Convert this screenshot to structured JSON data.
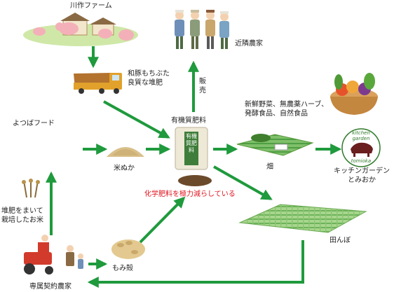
{
  "nodes": {
    "farm": "川作ファーム",
    "pig_compost": "和豚もちぶた\n良質な堆肥",
    "neighbors": "近隣農家",
    "sales": "販売",
    "yotsuba": "よつばフード",
    "organic_fertilizer": "有機質肥料",
    "rice_bran": "米ぬか",
    "field": "畑",
    "fresh_produce": "新鮮野菜、無農薬ハーブ、\n発酵食品、自然食品",
    "kitchen_garden": "キッチンガーデン\nとみおか",
    "reduction_note": "化学肥料を極力減らしている",
    "compost_rice": "堆肥をまいて\n栽培したお米",
    "rice_hulls": "もみ殻",
    "paddy": "田んぼ",
    "contract_farmer": "専属契約農家"
  },
  "images": {
    "bag_text": "有機質肥料",
    "logo_top": "kitchen garden",
    "logo_bottom": "tomioka"
  },
  "colors": {
    "arrow": "#1f9a3d",
    "note": "#e0141e"
  }
}
